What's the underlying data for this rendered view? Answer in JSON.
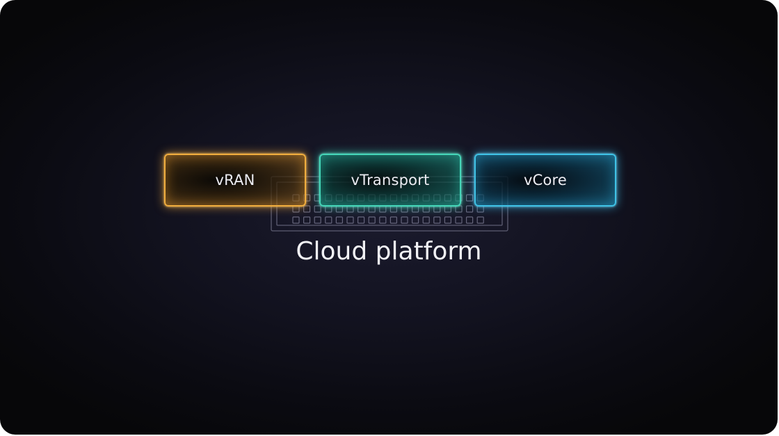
{
  "diagram": {
    "components": [
      {
        "label": "vRAN",
        "color": "#f0ad3e"
      },
      {
        "label": "vTransport",
        "color": "#45d6b8"
      },
      {
        "label": "vCore",
        "color": "#3fc2e6"
      }
    ],
    "platform_label": "Cloud platform",
    "colors": {
      "background": "#0e0e18",
      "platform_outline": "#5a5a6e",
      "text": "#ececf2"
    }
  }
}
